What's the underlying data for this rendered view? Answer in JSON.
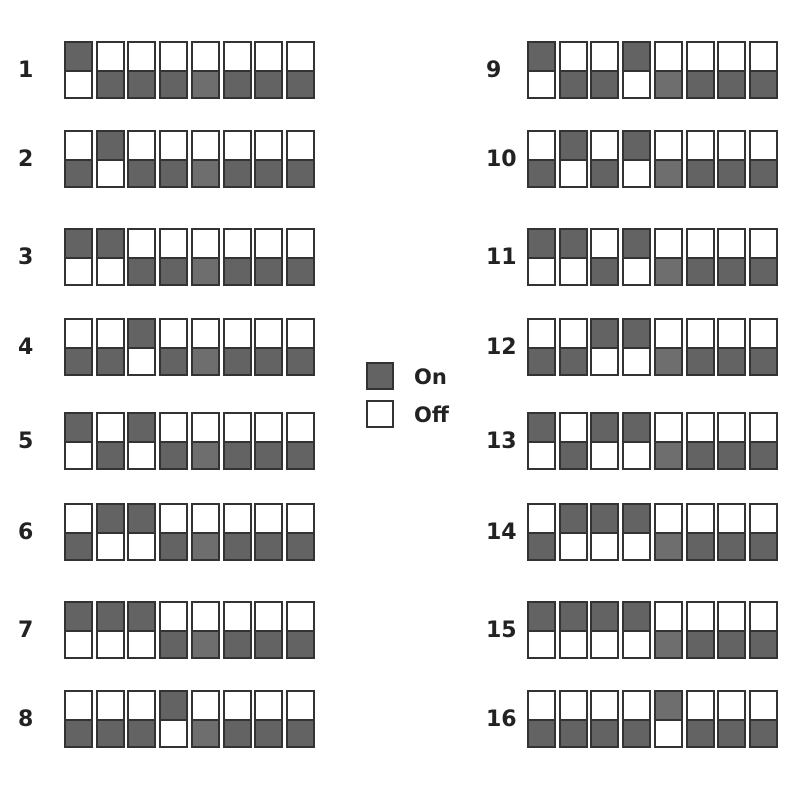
{
  "legend": {
    "on_label": "On",
    "off_label": "Off",
    "on_color": "#636363",
    "off_color": "#ffffff"
  },
  "switch_count": 8,
  "rows": [
    {
      "label": "1",
      "states": [
        1,
        0,
        0,
        0,
        0,
        0,
        0,
        0
      ]
    },
    {
      "label": "2",
      "states": [
        0,
        1,
        0,
        0,
        0,
        0,
        0,
        0
      ]
    },
    {
      "label": "3",
      "states": [
        1,
        1,
        0,
        0,
        0,
        0,
        0,
        0
      ]
    },
    {
      "label": "4",
      "states": [
        0,
        0,
        1,
        0,
        0,
        0,
        0,
        0
      ]
    },
    {
      "label": "5",
      "states": [
        1,
        0,
        1,
        0,
        0,
        0,
        0,
        0
      ]
    },
    {
      "label": "6",
      "states": [
        0,
        1,
        1,
        0,
        0,
        0,
        0,
        0
      ]
    },
    {
      "label": "7",
      "states": [
        1,
        1,
        1,
        0,
        0,
        0,
        0,
        0
      ]
    },
    {
      "label": "8",
      "states": [
        0,
        0,
        0,
        1,
        0,
        0,
        0,
        0
      ]
    },
    {
      "label": "9",
      "states": [
        1,
        0,
        0,
        1,
        0,
        0,
        0,
        0
      ]
    },
    {
      "label": "10",
      "states": [
        0,
        1,
        0,
        1,
        0,
        0,
        0,
        0
      ]
    },
    {
      "label": "11",
      "states": [
        1,
        1,
        0,
        1,
        0,
        0,
        0,
        0
      ]
    },
    {
      "label": "12",
      "states": [
        0,
        0,
        1,
        1,
        0,
        0,
        0,
        0
      ]
    },
    {
      "label": "13",
      "states": [
        1,
        0,
        1,
        1,
        0,
        0,
        0,
        0
      ]
    },
    {
      "label": "14",
      "states": [
        0,
        1,
        1,
        1,
        0,
        0,
        0,
        0
      ]
    },
    {
      "label": "15",
      "states": [
        1,
        1,
        1,
        1,
        0,
        0,
        0,
        0
      ]
    },
    {
      "label": "16",
      "states": [
        0,
        0,
        0,
        0,
        1,
        0,
        0,
        0
      ]
    }
  ]
}
